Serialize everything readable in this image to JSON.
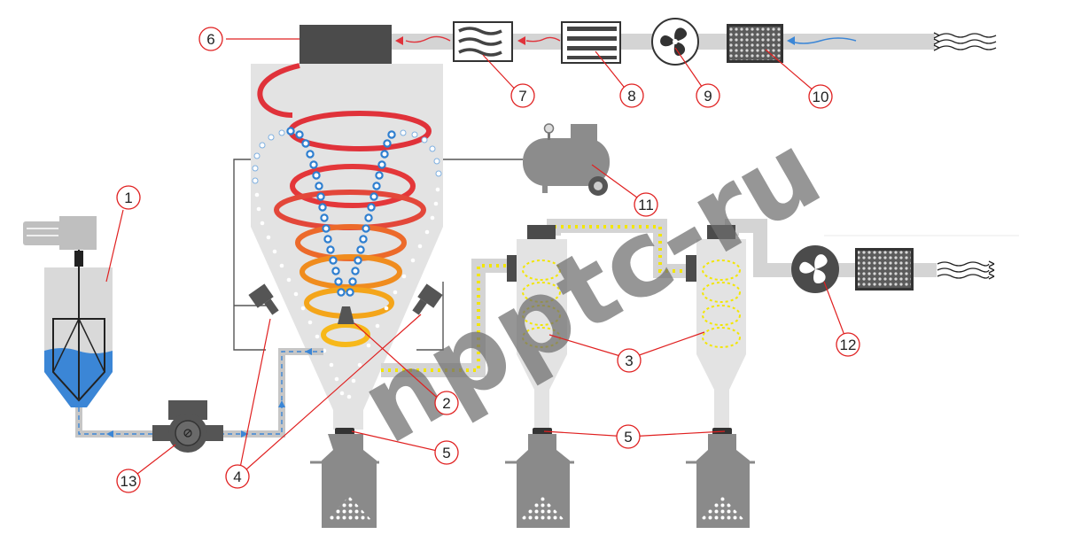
{
  "watermark": "npptc-ru",
  "callouts": [
    {
      "num": "1"
    },
    {
      "num": "2"
    },
    {
      "num": "3"
    },
    {
      "num": "4"
    },
    {
      "num": "5"
    },
    {
      "num": "5"
    },
    {
      "num": "6"
    },
    {
      "num": "7"
    },
    {
      "num": "8"
    },
    {
      "num": "9"
    },
    {
      "num": "10"
    },
    {
      "num": "11"
    },
    {
      "num": "12"
    },
    {
      "num": "13"
    }
  ],
  "colors": {
    "duct": "#d4d4d4",
    "chamber": "#e3e3e3",
    "dark_unit": "#505050",
    "leader": "#e02020",
    "liquid": "#3b86d6",
    "hot_air": "#e0323a",
    "warm_air": "#f08c1e",
    "powder": "#f3e600",
    "droplets": "#2f7fd0"
  },
  "icons": [
    "motor-icon",
    "fan-icon",
    "filter-icon",
    "heater-icon",
    "compressor-icon",
    "pump-icon",
    "valve-icon"
  ]
}
